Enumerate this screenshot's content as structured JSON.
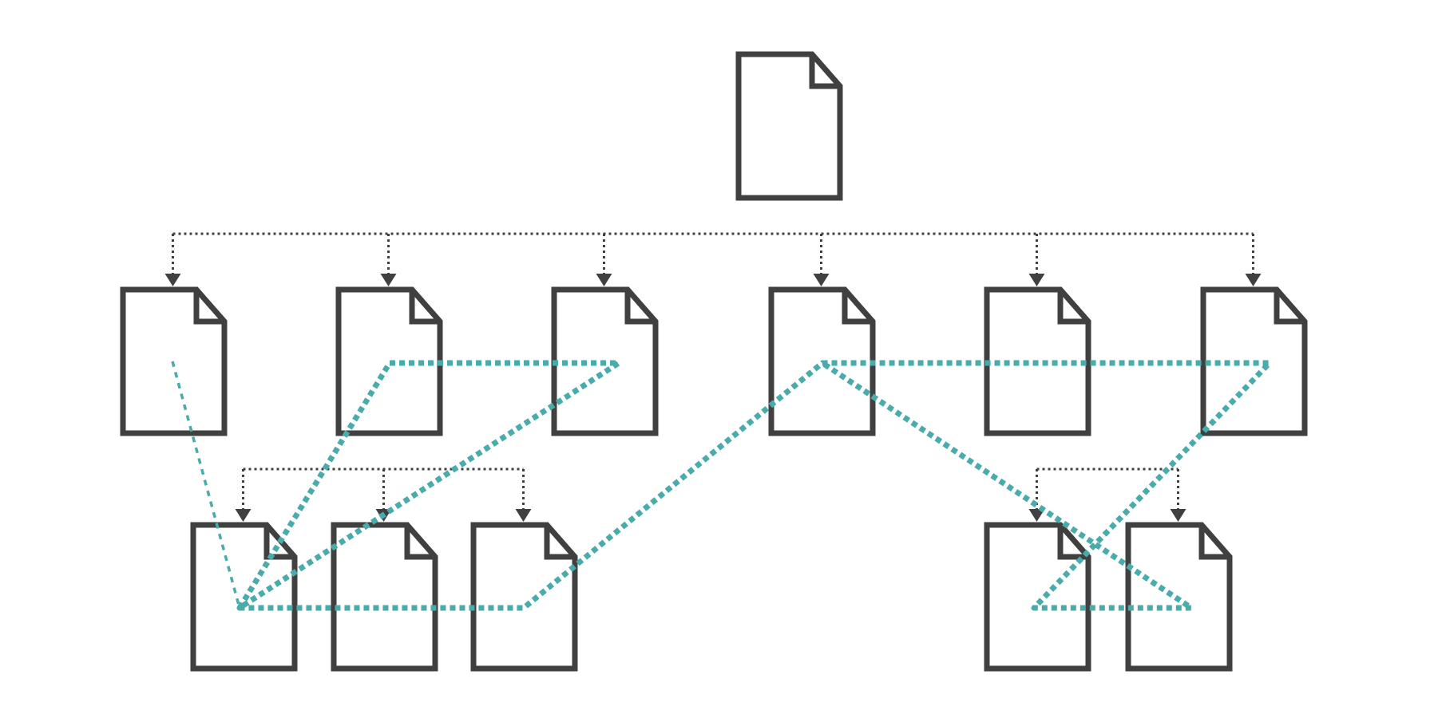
{
  "colors": {
    "background": "#ffffff",
    "document_stroke": "#404040",
    "connector": "#404040",
    "cross_link": "#4aabab"
  },
  "icons": {
    "document": "document-icon",
    "arrow": "arrow-down-icon"
  },
  "diagram": {
    "type": "document-hierarchy",
    "root": "root-document",
    "documents": [
      {
        "id": "root-document",
        "level": 0
      },
      {
        "id": "level1-doc-1",
        "level": 1
      },
      {
        "id": "level1-doc-2",
        "level": 1
      },
      {
        "id": "level1-doc-3",
        "level": 1
      },
      {
        "id": "level1-doc-4",
        "level": 1
      },
      {
        "id": "level1-doc-5",
        "level": 1
      },
      {
        "id": "level1-doc-6",
        "level": 1
      },
      {
        "id": "level2-doc-1",
        "level": 2
      },
      {
        "id": "level2-doc-2",
        "level": 2
      },
      {
        "id": "level2-doc-3",
        "level": 2
      },
      {
        "id": "level2-doc-4",
        "level": 2
      },
      {
        "id": "level2-doc-5",
        "level": 2
      }
    ],
    "hierarchy_links": [
      {
        "from": "root-document",
        "to": [
          "level1-doc-1",
          "level1-doc-2",
          "level1-doc-3",
          "level1-doc-4",
          "level1-doc-5",
          "level1-doc-6"
        ]
      },
      {
        "from": "level1-doc-1",
        "to": [
          "level2-doc-1",
          "level2-doc-2",
          "level2-doc-3"
        ]
      },
      {
        "from": "level1-doc-5",
        "to": [
          "level2-doc-4",
          "level2-doc-5"
        ]
      }
    ],
    "cross_links": [
      {
        "path": [
          "level1-doc-1",
          "level2-doc-1"
        ],
        "weight": "thin"
      },
      {
        "path": [
          "level2-doc-1",
          "level1-doc-2",
          "level1-doc-3",
          "level2-doc-1",
          "level2-doc-3",
          "level1-doc-4",
          "level1-doc-6",
          "level2-doc-4",
          "level2-doc-5",
          "level1-doc-4"
        ],
        "weight": "thick"
      }
    ]
  }
}
